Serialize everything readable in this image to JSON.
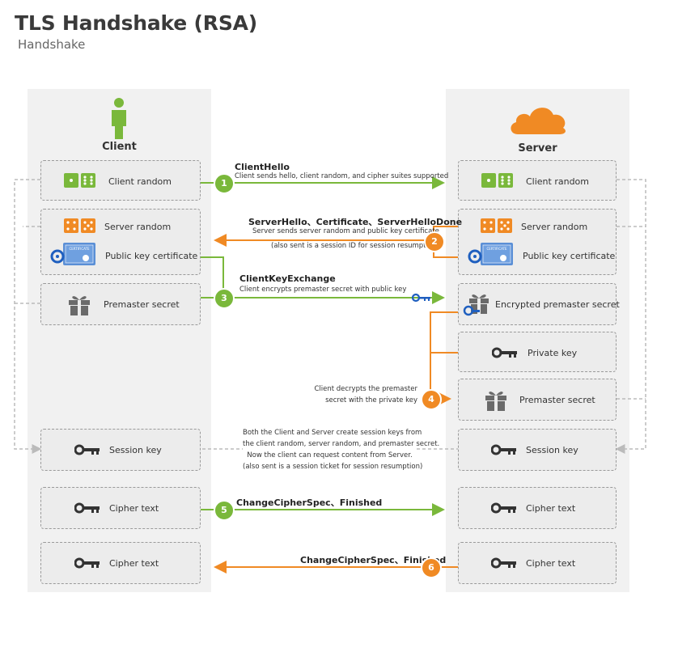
{
  "title": "TLS Handshake (RSA)",
  "subtitle": "Handshake",
  "client": {
    "label": "Client",
    "client_random": "Client random",
    "server_random": "Server random",
    "public_key_certificate": "Public key certificate",
    "premaster_secret": "Premaster secret",
    "session_key": "Session key",
    "cipher_text_1": "Cipher text",
    "cipher_text_2": "Cipher text"
  },
  "server": {
    "label": "Server",
    "client_random": "Client random",
    "server_random": "Server random",
    "public_key_certificate": "Public key certificate",
    "encrypted_premaster_secret": "Encrypted premaster secret",
    "private_key": "Private key",
    "premaster_secret": "Premaster secret",
    "session_key": "Session key",
    "cipher_text_1": "Cipher text",
    "cipher_text_2": "Cipher text"
  },
  "steps": [
    {
      "number": "1",
      "title": "ClientHello",
      "desc": "Client sends hello, client random, and cipher suites supported"
    },
    {
      "number": "2",
      "title": "ServerHello、Certificate、ServerHelloDone",
      "desc": "Server sends server random and public key certificate",
      "desc2": "(also sent is a session ID for session resumption)"
    },
    {
      "number": "3",
      "title": "ClientKeyExchange",
      "desc": "Client encrypts premaster secret with public key"
    },
    {
      "number": "4",
      "desc": "Client decrypts the premaster",
      "desc2": "secret with the private key"
    },
    {
      "number": "5",
      "title": "ChangeCipherSpec、Finished"
    },
    {
      "number": "6",
      "title": "ChangeCipherSpec、Finished"
    }
  ],
  "session_note": [
    "Both the Client and Server create session keys from",
    "the client random, server random, and premaster secret.",
    "Now the client can request content from Server.",
    "(also sent is a session ticket for session resumption)"
  ],
  "cert_badge_text": "CERTIFICATE",
  "colors": {
    "green": "#7ab83b",
    "orange": "#f08a24",
    "icon_gray": "#555555"
  }
}
